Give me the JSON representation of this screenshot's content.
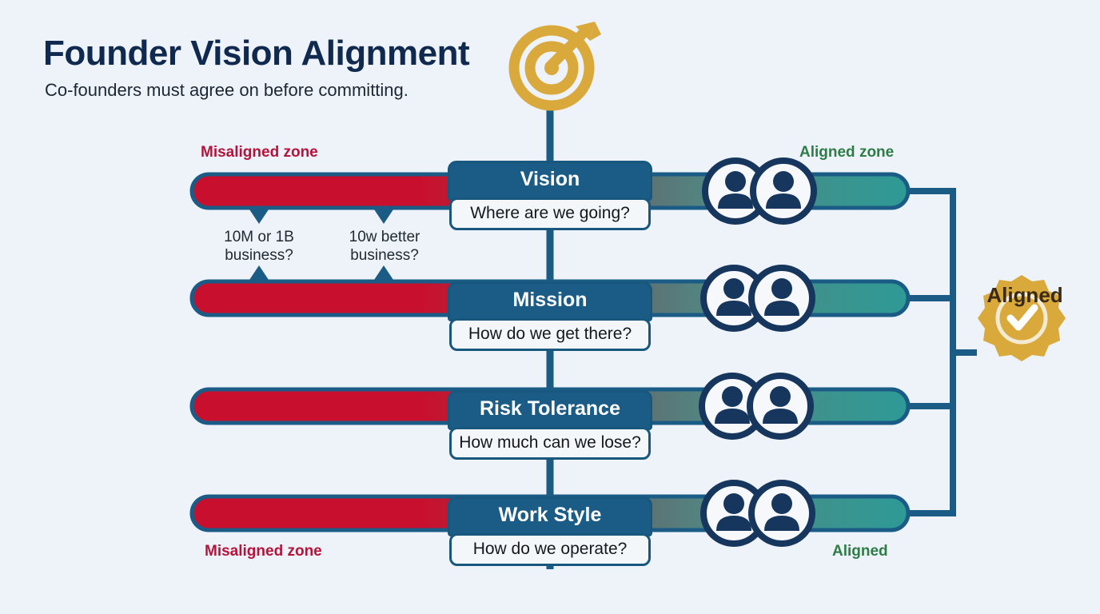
{
  "header": {
    "title": "Founder Vision Alignment",
    "subtitle": "Co-founders must agree on before committing.",
    "icon": "target-arrow-icon"
  },
  "zones": {
    "misaligned_top_label": "Misaligned zone",
    "misaligned_bottom_label": "Misaligned zone",
    "aligned_top_label": "Aligned zone",
    "aligned_bottom_label": "Aligned"
  },
  "colors": {
    "background": "#eef2f9",
    "navy": "#10294e",
    "bar_border": "#1b5c86",
    "misaligned_red": "#c8102e",
    "aligned_teal": "#2e9a96",
    "gold": "#d9a93c",
    "card_header_bg": "#1b5c86",
    "card_sub_bg": "#f4f7fa",
    "zone_red_text": "#b7123a",
    "zone_green_text": "#2e7d46",
    "badge_label_text": "#3a2a14"
  },
  "rows": [
    {
      "title": "Vision",
      "question": "Where are we going?",
      "people_icon": "two-people-icon"
    },
    {
      "title": "Mission",
      "question": "How do we get there?",
      "people_icon": "two-people-icon"
    },
    {
      "title": "Risk Tolerance",
      "question": "How much can we lose?",
      "people_icon": "two-people-icon"
    },
    {
      "title": "Work Style",
      "question": "How do we operate?",
      "people_icon": "two-people-icon"
    }
  ],
  "annotations": [
    {
      "line1": "10M or 1B",
      "line2": "business?"
    },
    {
      "line1": "10w better",
      "line2": "business?"
    }
  ],
  "badge": {
    "label": "Aligned",
    "icon": "check-rosette-icon"
  }
}
